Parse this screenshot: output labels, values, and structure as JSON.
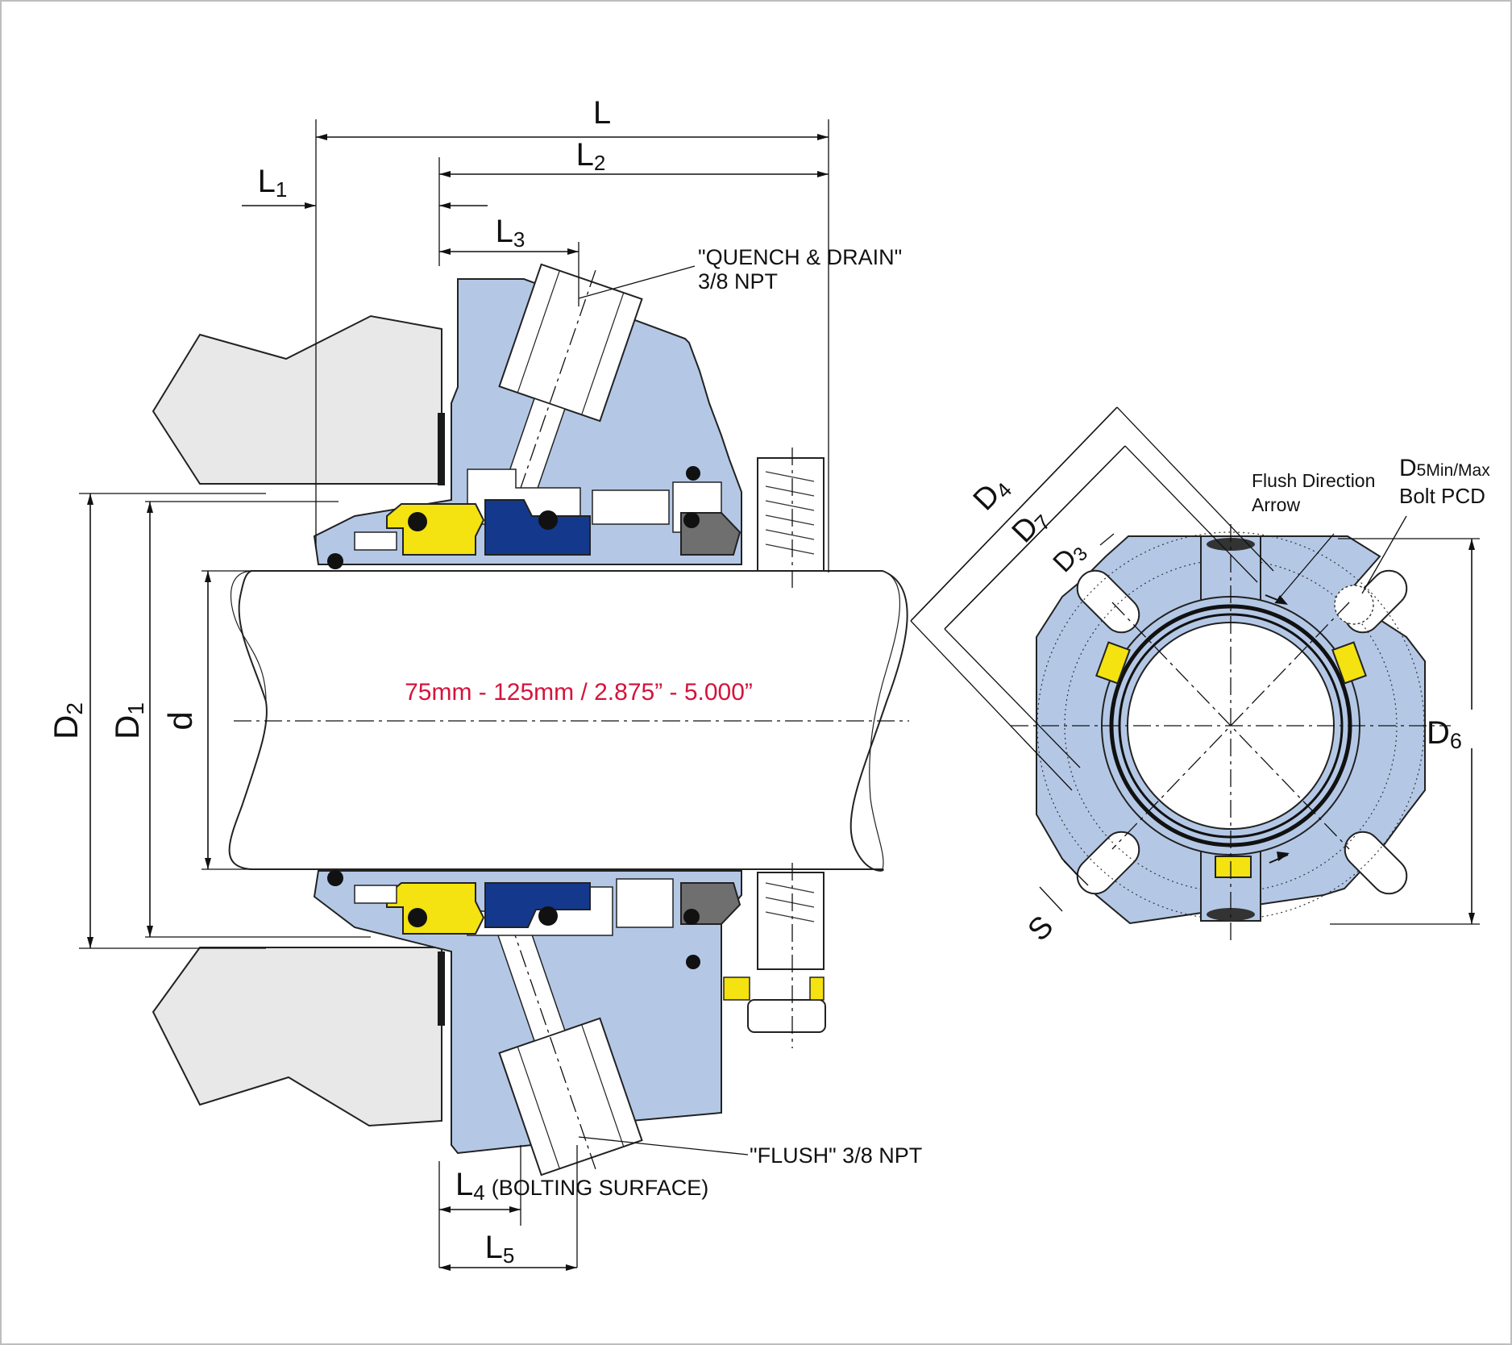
{
  "labels": {
    "L": "L",
    "L1": {
      "main": "L",
      "sub": "1"
    },
    "L2": {
      "main": "L",
      "sub": "2"
    },
    "L3": {
      "main": "L",
      "sub": "3"
    },
    "L4": {
      "main": "L",
      "sub": "4",
      "suffix": "(BOLTING SURFACE)"
    },
    "L5": {
      "main": "L",
      "sub": "5"
    },
    "D1": {
      "main": "D",
      "sub": "1"
    },
    "D2": {
      "main": "D",
      "sub": "2"
    },
    "d": "d",
    "D3": {
      "main": "D",
      "sub": "3"
    },
    "D4": {
      "main": "D",
      "sub": "4"
    },
    "D7": {
      "main": "D",
      "sub": "7"
    },
    "D5": {
      "main": "D",
      "sub": "5Min/Max",
      "line2": "Bolt PCD"
    },
    "D6": {
      "main": "D",
      "sub": "6"
    },
    "S": "S"
  },
  "notes": {
    "quench_line1": "\"QUENCH & DRAIN\"",
    "quench_line2": "3/8 NPT",
    "flush": "\"FLUSH\" 3/8 NPT",
    "flush_direction_line1": "Flush Direction",
    "flush_direction_line2": "Arrow",
    "size_range": "75mm - 125mm / 2.875” - 5.000”"
  },
  "colors": {
    "gland_blue": "#b4c8e6",
    "sleeve_navy": "#14398c",
    "clip_yellow": "#f4e211",
    "seal_gray": "#6f6f6f",
    "housing_gray": "#e8e8e8",
    "highlight_red": "#d4143c"
  }
}
